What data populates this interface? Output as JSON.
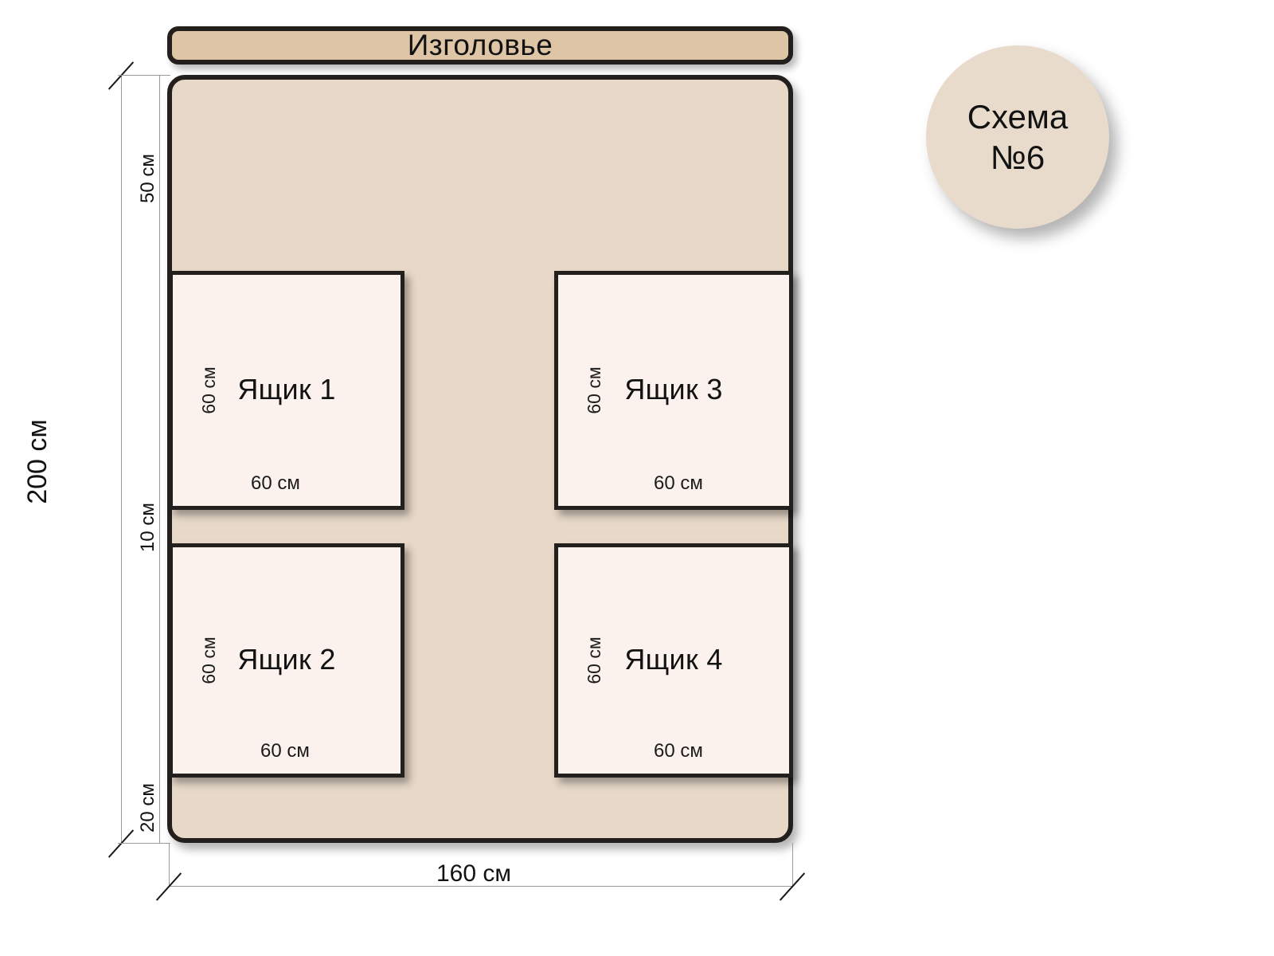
{
  "diagram": {
    "title": "Схема №6",
    "unit": "см",
    "colors": {
      "headboard_fill": "#ddc5a6",
      "bed_fill": "#e7d8c8",
      "drawer_fill": "#fbf2ee",
      "outline": "#231f1c",
      "badge_fill": "#e8dbcb",
      "dimension_line": "#9a9a9a",
      "text": "#121212",
      "background": "#ffffff"
    }
  },
  "headboard": {
    "label": "Изголовье"
  },
  "bed": {
    "total_height_label": "200 см",
    "total_width_label": "160 см",
    "segments": [
      {
        "label": "50 см",
        "meaning": "top-free-space"
      },
      {
        "label": "10 см",
        "meaning": "gap-between-drawer-rows"
      },
      {
        "label": "20 см",
        "meaning": "bottom-free-space"
      }
    ]
  },
  "drawers": [
    {
      "id": "drawer-1",
      "name": "Ящик 1",
      "height_label": "60 см",
      "width_label": "60 см"
    },
    {
      "id": "drawer-2",
      "name": "Ящик 2",
      "height_label": "60 см",
      "width_label": "60 см"
    },
    {
      "id": "drawer-3",
      "name": "Ящик 3",
      "height_label": "60 см",
      "width_label": "60 см"
    },
    {
      "id": "drawer-4",
      "name": "Ящик 4",
      "height_label": "60 см",
      "width_label": "60 см"
    }
  ],
  "badge": {
    "line1": "Схема",
    "line2": "№6"
  }
}
